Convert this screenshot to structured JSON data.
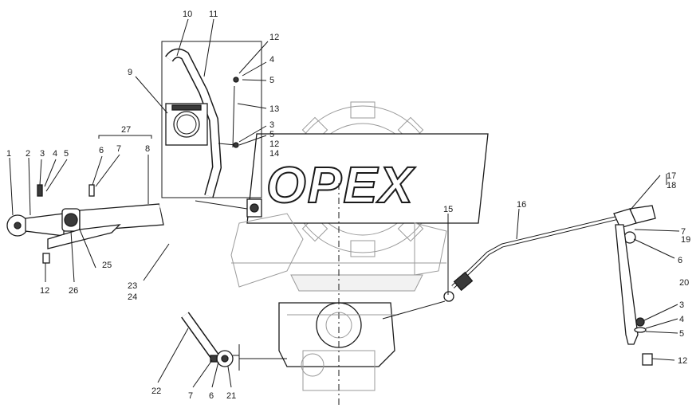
{
  "watermark": {
    "text": "OPEX"
  },
  "callouts": [
    {
      "id": "c1",
      "text": "1"
    },
    {
      "id": "c2",
      "text": "2"
    },
    {
      "id": "c3a",
      "text": "3"
    },
    {
      "id": "c4a",
      "text": "4"
    },
    {
      "id": "c5a",
      "text": "5"
    },
    {
      "id": "c6a",
      "text": "6"
    },
    {
      "id": "c7a",
      "text": "7"
    },
    {
      "id": "c8",
      "text": "8"
    },
    {
      "id": "c27",
      "text": "27"
    },
    {
      "id": "c12a",
      "text": "12"
    },
    {
      "id": "c26",
      "text": "26"
    },
    {
      "id": "c25",
      "text": "25"
    },
    {
      "id": "c23",
      "text": "23"
    },
    {
      "id": "c24",
      "text": "24"
    },
    {
      "id": "c10",
      "text": "10"
    },
    {
      "id": "c11",
      "text": "11"
    },
    {
      "id": "c9",
      "text": "9"
    },
    {
      "id": "c12b",
      "text": "12"
    },
    {
      "id": "c4b",
      "text": "4"
    },
    {
      "id": "c5b",
      "text": "5"
    },
    {
      "id": "c13",
      "text": "13"
    },
    {
      "id": "c3b",
      "text": "3"
    },
    {
      "id": "c5c",
      "text": "5"
    },
    {
      "id": "c12c",
      "text": "12"
    },
    {
      "id": "c14",
      "text": "14"
    },
    {
      "id": "c15",
      "text": "15"
    },
    {
      "id": "c16",
      "text": "16"
    },
    {
      "id": "c17",
      "text": "17"
    },
    {
      "id": "c18",
      "text": "18"
    },
    {
      "id": "c7b",
      "text": "7"
    },
    {
      "id": "c19",
      "text": "19"
    },
    {
      "id": "c6b",
      "text": "6"
    },
    {
      "id": "c20",
      "text": "20"
    },
    {
      "id": "c3c",
      "text": "3"
    },
    {
      "id": "c4c",
      "text": "4"
    },
    {
      "id": "c5d",
      "text": "5"
    },
    {
      "id": "c12d",
      "text": "12"
    },
    {
      "id": "c22",
      "text": "22"
    },
    {
      "id": "c7c",
      "text": "7"
    },
    {
      "id": "c6c",
      "text": "6"
    },
    {
      "id": "c21",
      "text": "21"
    }
  ]
}
